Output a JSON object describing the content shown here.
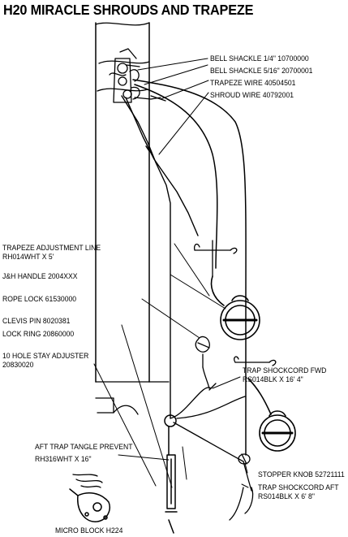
{
  "title": "H20 MIRACLE SHROUDS AND TRAPEZE",
  "labels": {
    "bell_shackle_14": "BELL SHACKLE 1/4\"  10700000",
    "bell_shackle_516": "BELL SHACKLE 5/16\"  20700001",
    "trapeze_wire": "TRAPEZE WIRE  40504501",
    "shroud_wire": "SHROUD WIRE  40792001",
    "trapeze_adj_line_1": "TRAPEZE ADJUSTMENT LINE",
    "trapeze_adj_line_2": "RH014WHT X 5'",
    "jh_handle": "J&H HANDLE  2004XXX",
    "rope_lock": "ROPE LOCK  61530000",
    "clevis_pin": "CLEVIS PIN  8020381",
    "lock_ring": "LOCK RING  20860000",
    "stay_adjuster_1": "10 HOLE STAY ADJUSTER",
    "stay_adjuster_2": "20830020",
    "trap_shockcord_fwd_1": "TRAP SHOCKCORD FWD",
    "trap_shockcord_fwd_2": "RS014BLK X 16' 4\"",
    "aft_tangle_1": "AFT TRAP TANGLE PREVENT",
    "aft_tangle_2": "RH316WHT X 16\"",
    "stopper_knob": "STOPPER KNOB  52721111",
    "trap_shockcord_aft_1": "TRAP SHOCKCORD AFT",
    "trap_shockcord_aft_2": "RS014BLK X 6' 8\"",
    "micro_block": "MICRO BLOCK  H224"
  }
}
